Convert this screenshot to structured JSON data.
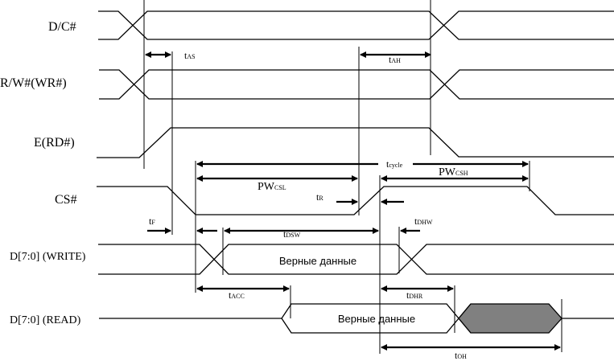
{
  "signals": {
    "dc": "D/C#",
    "rw": "R/W#(WR#)",
    "e": "E(RD#)",
    "cs": "CS#",
    "dwrite": "D[7:0] (WRITE)",
    "dread": "D[7:0] (READ)"
  },
  "timings": {
    "tas": {
      "main": "t",
      "sub": "AS"
    },
    "tah": {
      "main": "t",
      "sub": "AH"
    },
    "tcycle": {
      "main": "t",
      "sub": "cycle"
    },
    "pwcsl": {
      "main": "PW",
      "sub": "CSL"
    },
    "pwcsh": {
      "main": "PW",
      "sub": "CSH"
    },
    "tr": {
      "main": "t",
      "sub": "R"
    },
    "tf": {
      "main": "t",
      "sub": "F"
    },
    "tdsw": {
      "main": "t",
      "sub": "DSW"
    },
    "tdhw": {
      "main": "t",
      "sub": "DHW"
    },
    "tacc": {
      "main": "t",
      "sub": "ACC"
    },
    "tdhr": {
      "main": "t",
      "sub": "DHR"
    },
    "toh": {
      "main": "t",
      "sub": "OH"
    }
  },
  "data_labels": {
    "write_valid": "Верные данные",
    "read_valid": "Верные данные"
  },
  "colors": {
    "invalid_fill": "#808080"
  }
}
